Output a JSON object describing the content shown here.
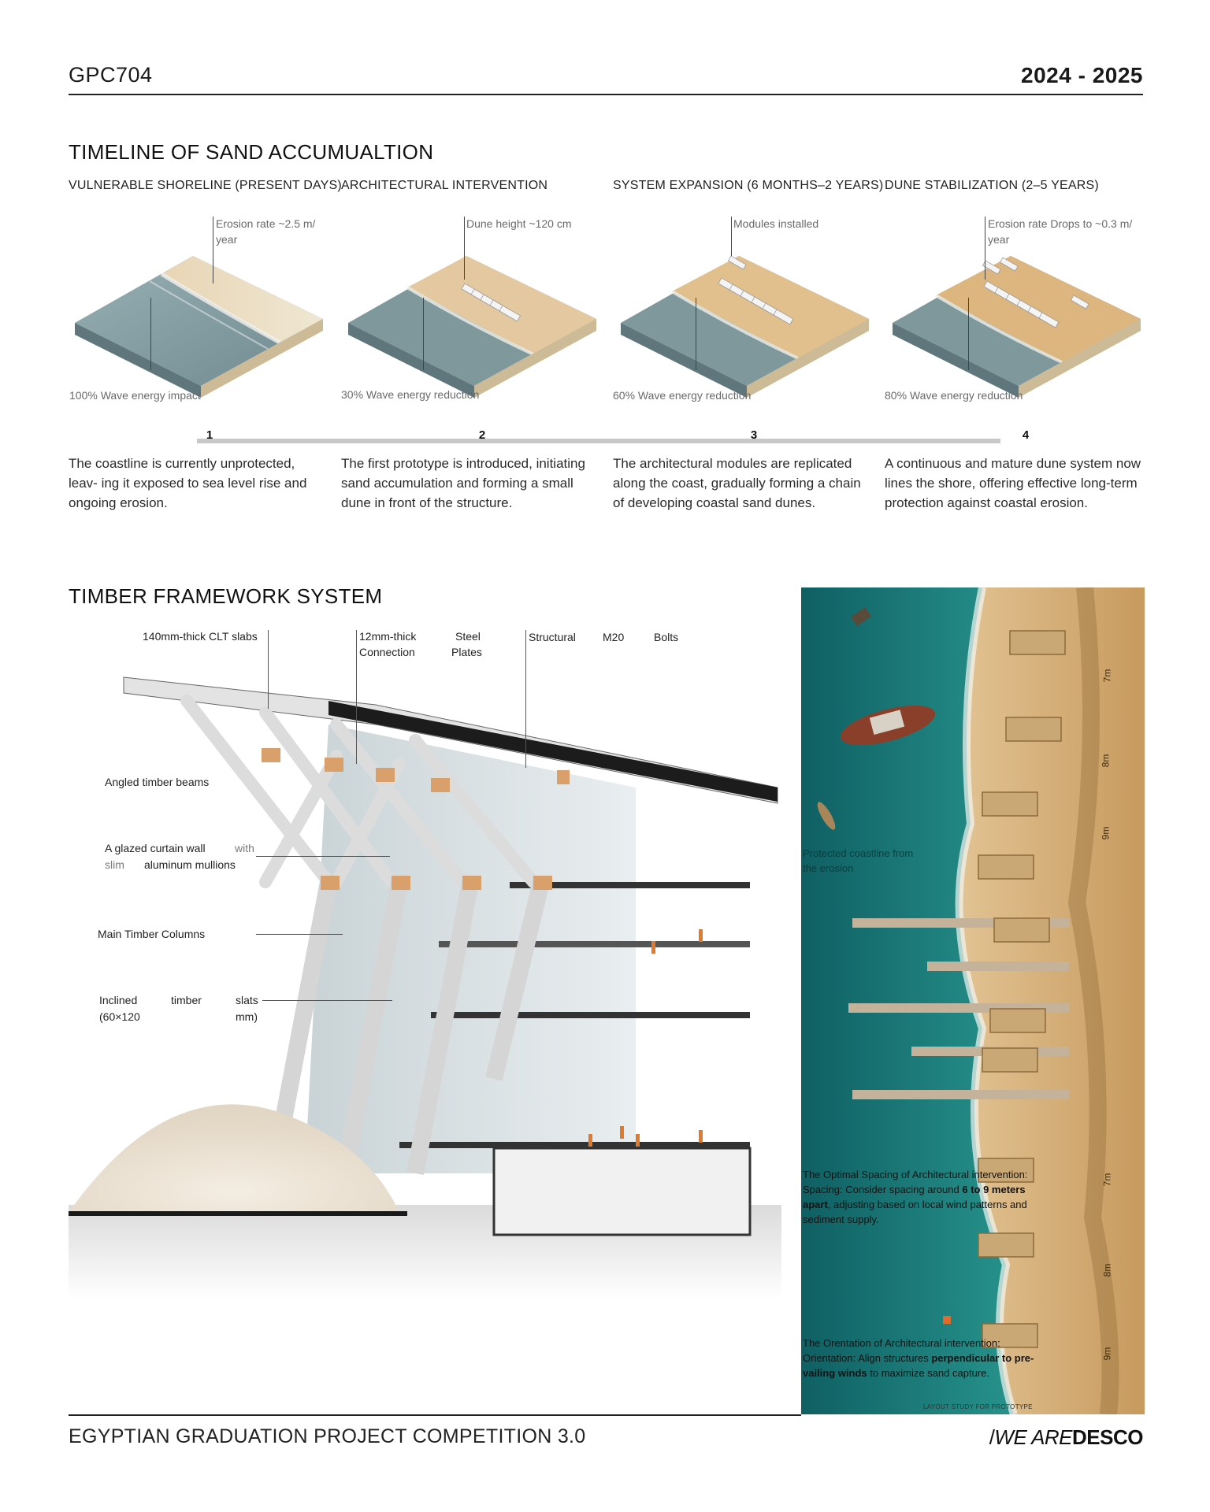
{
  "header": {
    "code": "GPC704",
    "year": "2024 - 2025"
  },
  "timeline": {
    "title": "TIMELINE OF SAND ACCUMUALTION",
    "stages": [
      {
        "num": "1",
        "title": "VULNERABLE SHORELINE (PRESENT DAYS)",
        "top_note": "Erosion rate ~2.5 m/ year",
        "bottom_note": "100% Wave energy impact",
        "description": "The coastline is currently unprotected, leav- ing it exposed to sea level rise and ongoing erosion.",
        "modules": 0
      },
      {
        "num": "2",
        "title": "ARCHITECTURAL INTERVENTION",
        "top_note": "Dune height ~120 cm",
        "bottom_note": "30% Wave energy reduction",
        "description": "The first prototype is introduced, initiating sand accumulation and forming a small dune in front of the structure.",
        "modules": 5
      },
      {
        "num": "3",
        "title": "SYSTEM EXPANSION (6 MONTHS–2 YEARS)",
        "top_note": "Modules installed",
        "bottom_note": "60% Wave energy reduction",
        "description": "The architectural modules are replicated along the coast, gradually forming a chain of developing coastal sand dunes.",
        "modules": 7
      },
      {
        "num": "4",
        "title": "DUNE STABILIZATION (2–5 YEARS)",
        "top_note": "Erosion rate Drops to ~0.3 m/ year",
        "bottom_note": "80% Wave energy reduction",
        "description": "A continuous and mature dune system now lines the shore, offering effective long-term protection against coastal erosion.",
        "modules": 9
      }
    ]
  },
  "framework": {
    "title": "TIMBER FRAMEWORK SYSTEM",
    "labels": {
      "clt": "140mm-thick   CLT   slabs",
      "connection_1": "12mm-thick",
      "connection_2": "Connection",
      "steel_1": "Steel",
      "steel_2": "Plates",
      "structural": "Structural",
      "m20": "M20",
      "bolts": "Bolts",
      "angled": "Angled     timber     beams",
      "glazed_1": "A   glazed   curtain   wall",
      "glazed_with": "with",
      "glazed_2a": "slim",
      "glazed_2b": "aluminum       mullions",
      "columns": "Main        Timber        Columns",
      "inclined_1a": "Inclined",
      "inclined_1b": "timber",
      "inclined_1c": "slats",
      "inclined_2a": "(60×120",
      "inclined_2b": "mm)"
    }
  },
  "aerial": {
    "protected": "Protected coastline from the erosion",
    "spacing_title": "The Optimal Spacing of Architectural intervention:",
    "spacing_pre": "Spacing: Consider spacing around ",
    "spacing_bold": "6 to 9 meters apart",
    "spacing_post": ", adjusting based on local wind patterns and sediment supply.",
    "orientation_title": "The Orentation of Architectural intervention:",
    "orientation_pre": "Orientation: Align structures ",
    "orientation_bold": "perpendicular to pre- vailing winds",
    "orientation_post": " to maximize sand capture.",
    "caption": "LAYOUT STUDY FOR PROTOTYPE",
    "measures": [
      "7m",
      "8m",
      "9m",
      "7m",
      "8m",
      "9m"
    ]
  },
  "footer": {
    "left": "EGYPTIAN GRADUATION PROJECT COMPETITION 3.0",
    "right_slash": "/",
    "right_a": "WE ARE",
    "right_b": "DESCO"
  },
  "colors": {
    "sea": "#7f9aa0",
    "sand": "#e6cfae",
    "accent_timber": "#d9a06b",
    "aerial_sea": "#1f7d7a",
    "aerial_sand": "#d7b27c"
  }
}
